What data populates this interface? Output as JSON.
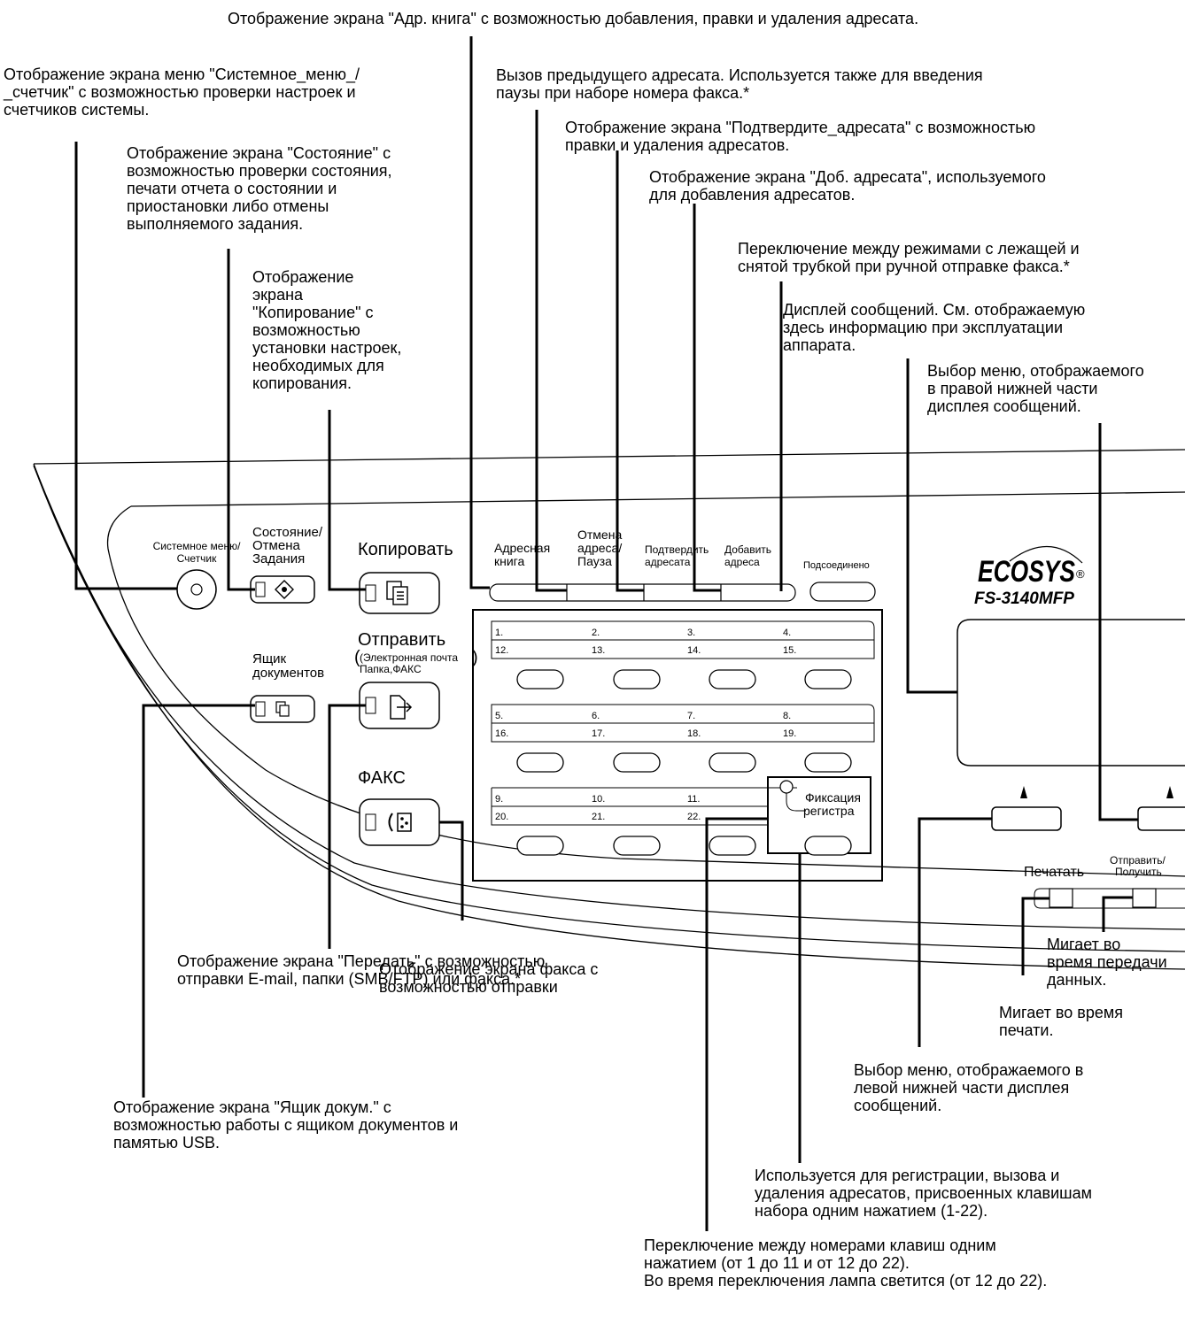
{
  "annotations": {
    "address_book": "Отображение экрана \"Адр. книга\" с возможностью добавления, правки и удаления адресата.",
    "system_menu": "Отображение экрана меню \"Системное_меню_/\n_счетчик\" с возможностью проверки настроек и\nсчетчиков системы.",
    "recall": "Вызов предыдущего адресата. Используется также для введения\nпаузы при наборе номера факса.*",
    "confirm_dest": "Отображение экрана \"Подтвердите_адресата\" с возможностью\nправки и удаления адресатов.",
    "status": "Отображение экрана \"Состояние\" с\nвозможностью проверки состояния,\nпечати отчета о состоянии и\nприостановки либо отмены\nвыполняемого задания.",
    "add_dest": "Отображение экрана \"Доб. адресата\", используемого\nдля добавления адресатов.",
    "on_hook": "Переключение между режимами с лежащей и\nснятой трубкой при ручной отправке факса.*",
    "copy": "Отображение\nэкрана\n\"Копирование\" с\nвозможностью\nустановки настроек,\nнеобходимых для\nкопирования.",
    "message_display": "Дисплей сообщений. См. отображаемую\nздесь информацию при эксплуатации\nаппарата.",
    "right_select": "Выбор меню, отображаемого\nв правой нижней части\nдисплея сообщений.",
    "fax": "Отображение экрана факса с\nвозможностью отправки",
    "send": "Отображение экрана \"Передать\" с возможностью\nотправки E-mail, папки (SMB/FTP) или факса.*",
    "doc_box": "Отображение экрана \"Ящик докум.\" с\nвозможностью работы с ящиком документов и\nпамятью USB.",
    "data_blink": "Мигает во\nвремя передачи\nданных.",
    "print_blink": "Мигает во время\nпечати.",
    "left_select": "Выбор меню, отображаемого в\nлевой нижней части дисплея\nсообщений.",
    "one_touch": "Используется для регистрации, вызова и\nудаления адресатов, присвоенных клавишам\nнабора одним нажатием (1-22).",
    "shift": "Переключение между номерами клавиш одним\nнажатием (от 1 до 11 и от 12 до 22).\nВо время переключения лампа светится (от 12 до 22)."
  },
  "panel": {
    "system_menu_1": "Системное меню/",
    "system_menu_2": "Счетчик",
    "status_1": "Состояние/",
    "status_2": "Отмена",
    "status_3": "Задания",
    "copy": "Копировать",
    "send": "Отправить",
    "send_sub_1": "(Электронная почта",
    "send_sub_2": "Папка,ФАКС",
    "doc_box_1": "Ящик",
    "doc_box_2": "документов",
    "fax": "ФАКС",
    "addr_book_1": "Адресная",
    "addr_book_2": "книга",
    "cancel_1": "Отмена",
    "cancel_2": "адреса/",
    "cancel_3": "Пауза",
    "confirm_1": "Подтвердить",
    "confirm_2": "адресата",
    "add_1": "Добавить",
    "add_2": "адреса",
    "connected": "Подсоединено",
    "brand": "ECOSYS",
    "brand_mark": "®",
    "model": "FS-3140MFP",
    "shift_1": "Фиксация",
    "shift_2": "регистра",
    "print": "Печатать",
    "send_recv_1": "Отправить/",
    "send_recv_2": "Получить"
  },
  "one_touch_keys": {
    "row1_top": [
      "1.",
      "2.",
      "3.",
      "4."
    ],
    "row1_bottom": [
      "12.",
      "13.",
      "14.",
      "15."
    ],
    "row2_top": [
      "5.",
      "6.",
      "7.",
      "8."
    ],
    "row2_bottom": [
      "16.",
      "17.",
      "18.",
      "19."
    ],
    "row3_top": [
      "9.",
      "10.",
      "11."
    ],
    "row3_bottom": [
      "20.",
      "21.",
      "22."
    ]
  }
}
